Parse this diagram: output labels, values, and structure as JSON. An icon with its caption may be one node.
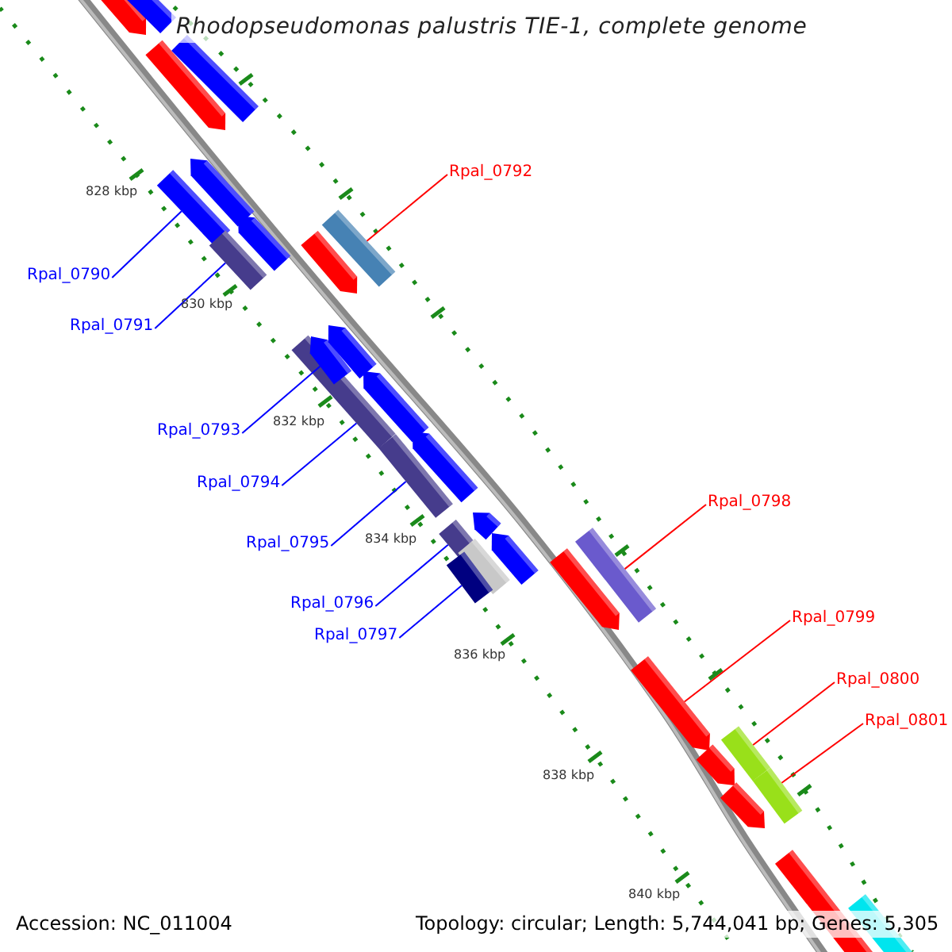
{
  "diagram": {
    "title": "Rhodopseudomonas palustris TIE-1, complete genome",
    "nodes": [
      {
        "text": [
          "Rpal_0790"
        ]
      },
      {
        "text": [
          "Rpal_0791"
        ]
      },
      {
        "text": [
          "Rpal_0792"
        ]
      },
      {
        "text": [
          "Rpal_0793"
        ]
      },
      {
        "text": [
          "Rpal_0794"
        ]
      },
      {
        "text": [
          "Rpal_0795"
        ]
      },
      {
        "text": [
          "Rpal_0796"
        ]
      },
      {
        "text": [
          "Rpal_0797"
        ]
      },
      {
        "text": [
          "Rpal_0798"
        ]
      },
      {
        "text": [
          "Rpal_0799"
        ]
      },
      {
        "text": [
          "Rpal_0800"
        ]
      },
      {
        "text": [
          "Rpal_0801"
        ]
      },
      {
        "text": [],
        "shape": "arrow"
      },
      {
        "text": [],
        "shape": "bar"
      },
      {
        "text": [],
        "shape": "arrow"
      },
      {
        "text": [],
        "shape": "bar"
      },
      {
        "text": [],
        "shape": "bar"
      },
      {
        "text": [],
        "shape": "bar"
      },
      {
        "text": [],
        "shape": "arrow"
      },
      {
        "text": [],
        "shape": "arrow"
      },
      {
        "text": [],
        "shape": "arrow"
      },
      {
        "text": [],
        "shape": "bar"
      },
      {
        "text": [],
        "shape": "bar"
      },
      {
        "text": [],
        "shape": "bar"
      },
      {
        "text": [],
        "shape": "arrow"
      },
      {
        "text": [],
        "shape": "arrow"
      },
      {
        "text": [],
        "shape": "arrow"
      },
      {
        "text": [],
        "shape": "arrow"
      },
      {
        "text": [],
        "shape": "bar"
      },
      {
        "text": [],
        "shape": "bar"
      },
      {
        "text": [],
        "shape": "bar"
      },
      {
        "text": [],
        "shape": "arrow"
      },
      {
        "text": [],
        "shape": "arrow"
      },
      {
        "text": [],
        "shape": "arrow"
      },
      {
        "text": [],
        "shape": "bar"
      },
      {
        "text": [],
        "shape": "arrow"
      },
      {
        "text": [],
        "shape": "arrow"
      },
      {
        "text": [],
        "shape": "arrow"
      },
      {
        "text": [],
        "shape": "bar"
      },
      {
        "text": [],
        "shape": "bar"
      },
      {
        "text": [],
        "shape": "bar"
      },
      {
        "text": [],
        "shape": "bar"
      }
    ],
    "edges": [
      {
        "from": 0,
        "to": 16,
        "arrow": "none"
      },
      {
        "from": 1,
        "to": 17,
        "arrow": "none"
      },
      {
        "from": 2,
        "to": 21,
        "arrow": "none",
        "color": "#ff0000"
      },
      {
        "from": 3,
        "to": 24,
        "arrow": "none"
      },
      {
        "from": 4,
        "to": 22,
        "arrow": "none"
      },
      {
        "from": 5,
        "to": 23,
        "arrow": "none"
      },
      {
        "from": 6,
        "to": 28,
        "arrow": "none"
      },
      {
        "from": 7,
        "to": 30,
        "arrow": "none"
      },
      {
        "from": 8,
        "to": 34,
        "arrow": "none",
        "color": "#ff0000"
      },
      {
        "from": 9,
        "to": 35,
        "arrow": "none",
        "color": "#ff0000"
      },
      {
        "from": 10,
        "to": 38,
        "arrow": "none",
        "color": "#ff0000"
      },
      {
        "from": 11,
        "to": 39,
        "arrow": "none",
        "color": "#ff0000"
      }
    ],
    "labels": [
      "828 kbp",
      "830 kbp",
      "832 kbp",
      "834 kbp",
      "836 kbp",
      "838 kbp",
      "840 kbp",
      "Accession: NC_011004",
      "Topology: circular; Length: 5,744,041 bp; Genes: 5,305"
    ]
  }
}
